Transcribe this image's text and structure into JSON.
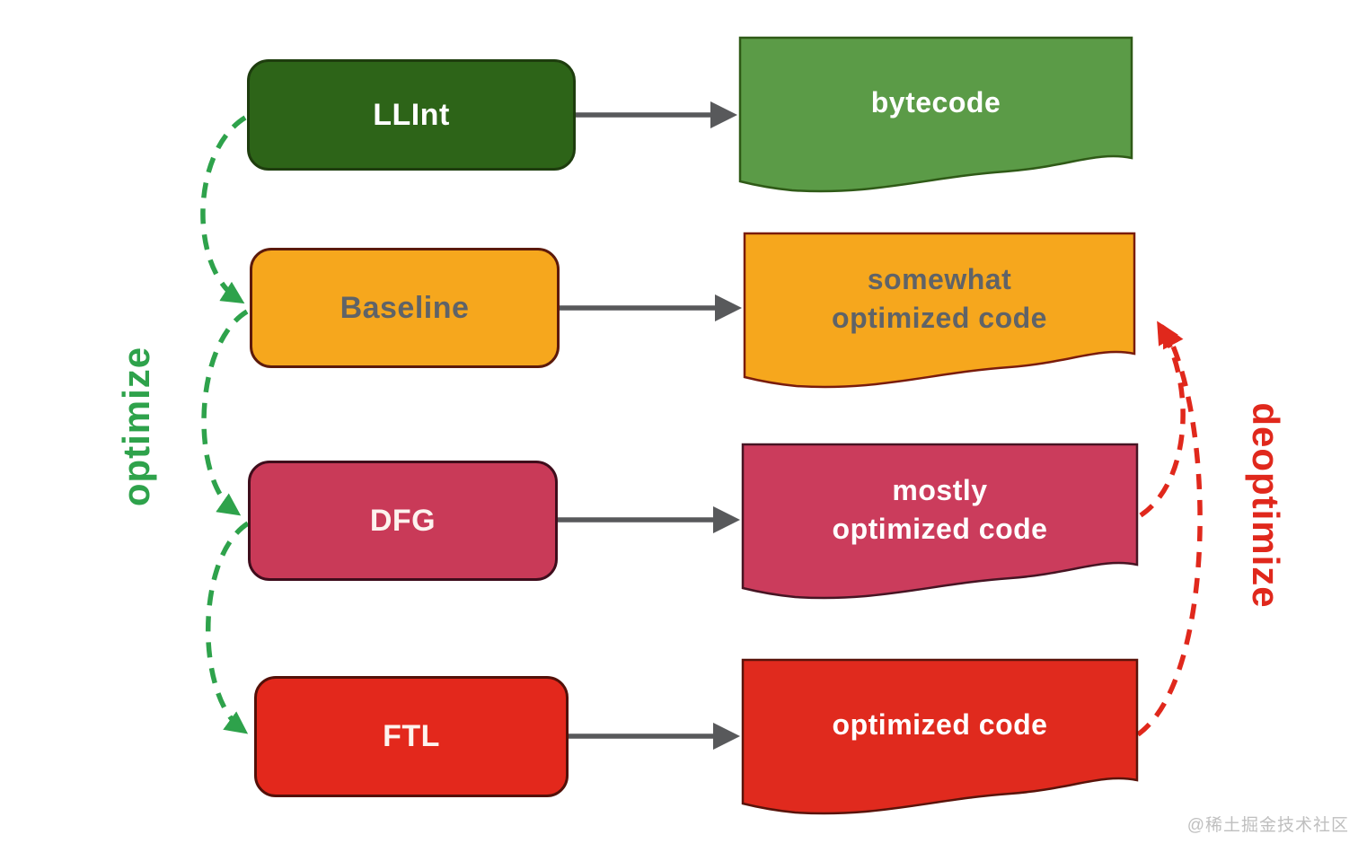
{
  "diagram": {
    "side_labels": {
      "optimize": "optimize",
      "deoptimize": "deoptimize"
    },
    "tiers": [
      {
        "name": "LLInt",
        "output": "bytecode",
        "box_color": "#2d6418",
        "box_border_color": "#1e3d0e",
        "box_text_color": "#ffffff",
        "flag_color": "#5b9b47",
        "flag_border_color": "#2f5a17",
        "flag_text_color": "#ffffff"
      },
      {
        "name": "Baseline",
        "output": "somewhat\noptimized code",
        "box_color": "#f6a71d",
        "box_border_color": "#5c1a0b",
        "box_text_color": "#5f6368",
        "flag_color": "#f6a71d",
        "flag_border_color": "#7a1c0c",
        "flag_text_color": "#5f6368"
      },
      {
        "name": "DFG",
        "output": "mostly\noptimized code",
        "box_color": "#c93a58",
        "box_border_color": "#3f0d1c",
        "box_text_color": "#fdf3ef",
        "flag_color": "#cb3c5c",
        "flag_border_color": "#471423",
        "flag_text_color": "#fdf3ef"
      },
      {
        "name": "FTL",
        "output": "optimized code",
        "box_color": "#e3281c",
        "box_border_color": "#531008",
        "box_text_color": "#fdf3ef",
        "flag_color": "#e02a1e",
        "flag_border_color": "#5a130a",
        "flag_text_color": "#ffffff"
      }
    ],
    "arrow_colors": {
      "flow": "#58595b",
      "optimize": "#2ea24b",
      "deoptimize": "#e0281c"
    },
    "watermark": "@稀土掘金技术社区"
  }
}
